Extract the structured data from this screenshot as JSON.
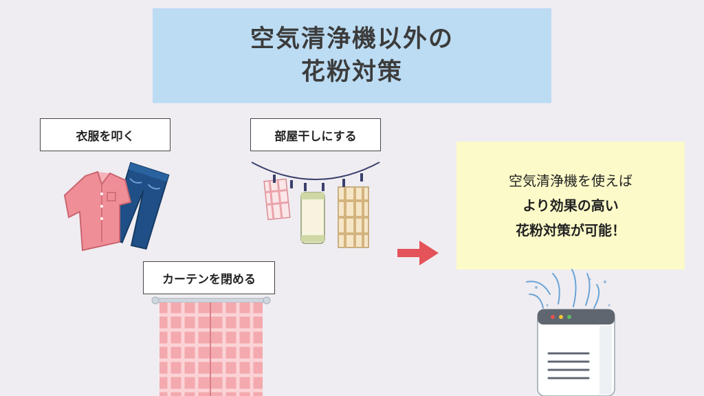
{
  "title": {
    "line1": "空気清浄機以外の",
    "line2": "花粉対策"
  },
  "labels": {
    "clothes": "衣服を叩く",
    "indoor_drying": "部屋干しにする",
    "curtain": "カーテンを閉める"
  },
  "result": {
    "line1": "空気清浄機を使えば",
    "line2": "より効果の高い",
    "line3": "花粉対策が可能！"
  },
  "colors": {
    "title_bg": "#bcdcf3",
    "result_bg": "#fcfac8",
    "arrow": "#e4525a",
    "shirt": "#f08e98",
    "jeans": "#1f4f86",
    "curtain": "#f3a9ae",
    "background": "#efedf2"
  },
  "icons": [
    "shirt-and-jeans-icon",
    "clothesline-icon",
    "curtain-icon",
    "arrow-right-icon",
    "air-purifier-icon"
  ]
}
